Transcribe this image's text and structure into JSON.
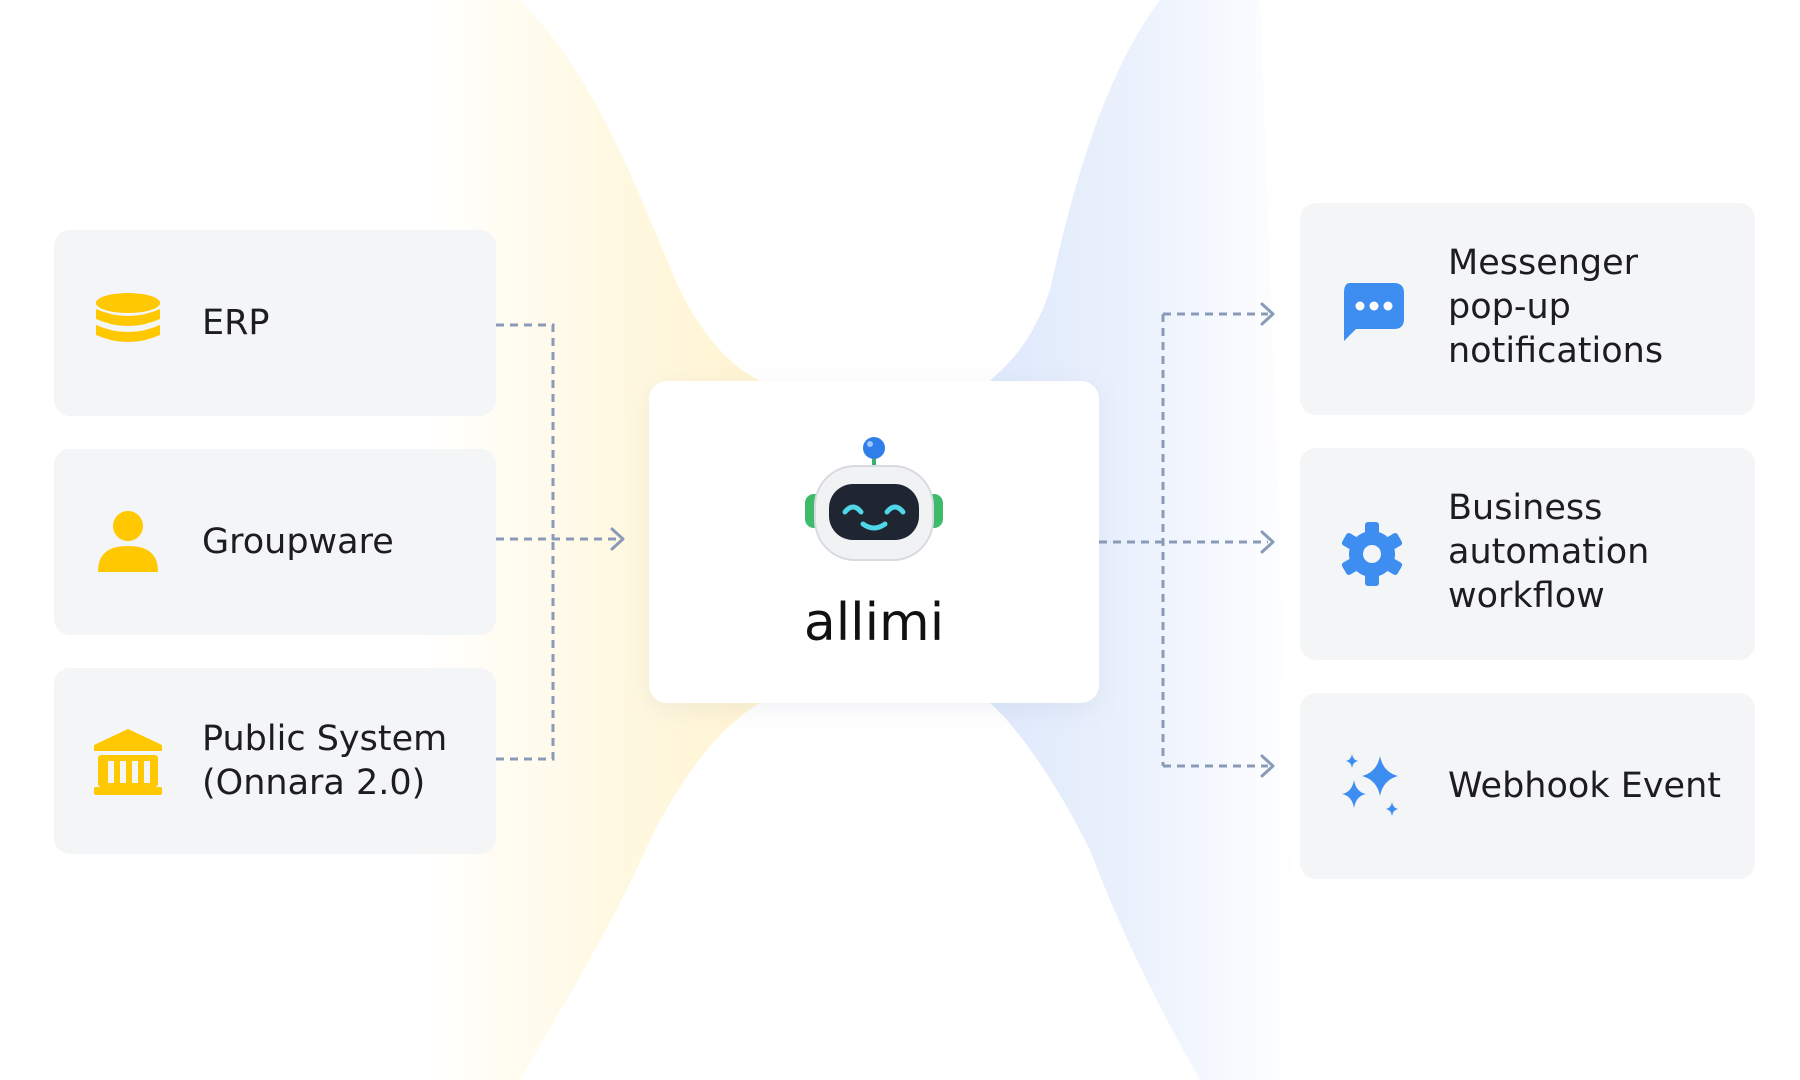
{
  "center": {
    "app_name": "allimi",
    "icon": "robot-icon"
  },
  "sources": [
    {
      "label": "ERP",
      "icon": "database-icon"
    },
    {
      "label": "Groupware",
      "icon": "person-icon"
    },
    {
      "label": "Public System\n(Onnara 2.0)",
      "icon": "government-building-icon"
    }
  ],
  "outputs": [
    {
      "label": "Messenger\npop-up\nnotifications",
      "icon": "chat-bubble-icon"
    },
    {
      "label": "Business\nautomation\nworkflow",
      "icon": "gear-icon"
    },
    {
      "label": "Webhook Event",
      "icon": "sparkles-icon"
    }
  ],
  "colors": {
    "source_icon": "#FFC800",
    "output_icon": "#3D8EF0",
    "connector": "#8A9BB8",
    "card_bg": "#F4F5F7",
    "left_glow": "#FFF3CC",
    "right_glow": "#DDE8FB"
  }
}
